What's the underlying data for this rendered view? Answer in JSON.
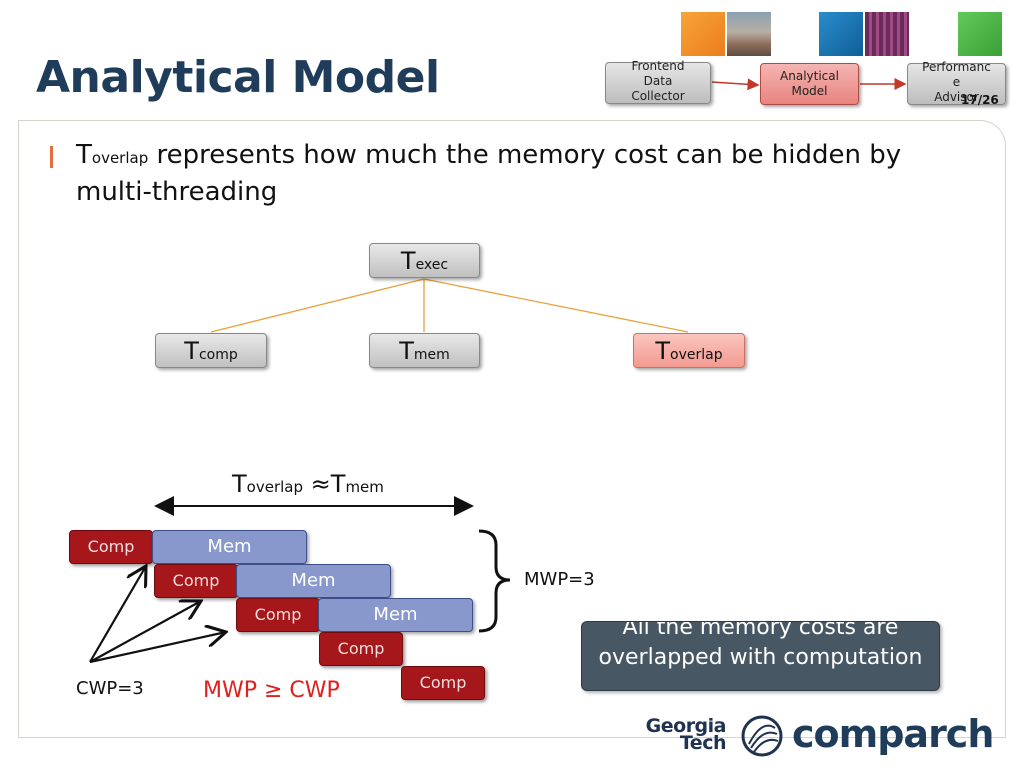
{
  "slide": {
    "title": "Analytical Model",
    "page_number": "17/26"
  },
  "header_flow": {
    "frontend": "Frontend\nData\nCollector",
    "analytical": "Analytical\nModel",
    "performance": "Performanc\ne\nAdvisor",
    "colors": {
      "orange": "#f2962e",
      "blue": "#1a78b6",
      "green": "#4db848",
      "accent_red": "#e8847f"
    }
  },
  "bullet": {
    "term_main": "T",
    "term_sub": "overlap",
    "text_line1": " represents how much the memory cost can be hidden by",
    "text_line2": "multi-threading"
  },
  "tree": {
    "root": {
      "main": "T",
      "sub": "exec"
    },
    "children": [
      {
        "main": "T",
        "sub": "comp"
      },
      {
        "main": "T",
        "sub": "mem"
      },
      {
        "main": "T",
        "sub": "overlap"
      }
    ]
  },
  "timeline": {
    "equation": {
      "t1": "T",
      "s1": "overlap",
      "approx": " ≈",
      "t2": "T",
      "s2": "mem"
    },
    "comp_label": "Comp",
    "mem_label": "Mem",
    "mwp_label": "MWP=3",
    "cwp_label": "CWP=3",
    "mwp_vs_cwp": "MWP ≥ CWP",
    "colors": {
      "comp": "#a6171b",
      "mem": "#8898cc",
      "highlight": "#e0201c"
    }
  },
  "callout": {
    "text": "All the memory costs are overlapped with computation"
  },
  "logos": {
    "georgia_tech": "Georgia\nTech",
    "comparch": "comparch"
  }
}
